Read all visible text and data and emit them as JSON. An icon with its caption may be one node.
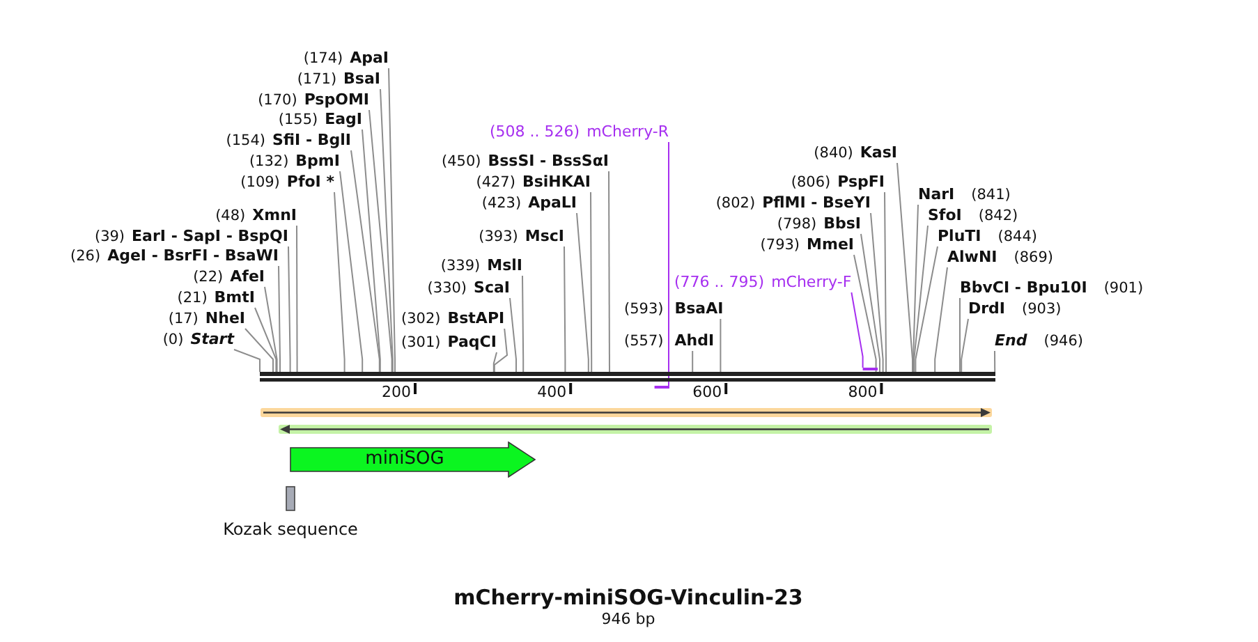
{
  "diagram": {
    "title": "mCherry-miniSOG-Vinculin-23",
    "nodes": [
      {
        "text": [
          "ApaI"
        ],
        "beside": [
          "(174)"
        ]
      },
      {
        "text": [
          "BsaI"
        ],
        "beside": [
          "(171)"
        ]
      },
      {
        "text": [
          "PspOMI"
        ],
        "beside": [
          "(170)"
        ]
      },
      {
        "text": [
          "EagI"
        ],
        "beside": [
          "(155)"
        ]
      },
      {
        "text": [
          "SfiI - BglI"
        ],
        "beside": [
          "(154)"
        ]
      },
      {
        "text": [
          "BpmI"
        ],
        "beside": [
          "(132)"
        ]
      },
      {
        "text": [
          "PfoI *"
        ],
        "beside": [
          "(109)"
        ]
      },
      {
        "text": [
          "XmnI"
        ],
        "beside": [
          "(48)"
        ]
      },
      {
        "text": [
          "EarI - SapI - BspQI"
        ],
        "beside": [
          "(39)"
        ]
      },
      {
        "text": [
          "AgeI - BsrFI - BsaWI"
        ],
        "beside": [
          "(26)"
        ]
      },
      {
        "text": [
          "AfeI"
        ],
        "beside": [
          "(22)"
        ]
      },
      {
        "text": [
          "BmtI"
        ],
        "beside": [
          "(21)"
        ]
      },
      {
        "text": [
          "NheI"
        ],
        "beside": [
          "(17)"
        ]
      },
      {
        "text": [
          "Start"
        ],
        "beside": [
          "(0)"
        ]
      },
      {
        "text": [
          "mCherry-R"
        ],
        "beside": [
          "(508 .. 526)"
        ]
      },
      {
        "text": [
          "BssSI - BssSαI"
        ],
        "beside": [
          "(450)"
        ]
      },
      {
        "text": [
          "BsiHKAI"
        ],
        "beside": [
          "(427)"
        ]
      },
      {
        "text": [
          "ApaLI"
        ],
        "beside": [
          "(423)"
        ]
      },
      {
        "text": [
          "MscI"
        ],
        "beside": [
          "(393)"
        ]
      },
      {
        "text": [
          "MslI"
        ],
        "beside": [
          "(339)"
        ]
      },
      {
        "text": [
          "ScaI"
        ],
        "beside": [
          "(330)"
        ]
      },
      {
        "text": [
          "BstAPI"
        ],
        "beside": [
          "(302)"
        ]
      },
      {
        "text": [
          "PaqCI"
        ],
        "beside": [
          "(301)"
        ]
      },
      {
        "text": [
          "mCherry-F"
        ],
        "beside": [
          "(776 .. 795)"
        ]
      },
      {
        "text": [
          "BsaAI"
        ],
        "beside": [
          "(593)"
        ]
      },
      {
        "text": [
          "AhdI"
        ],
        "beside": [
          "(557)"
        ]
      },
      {
        "text": [
          "KasI"
        ],
        "beside": [
          "(840)"
        ]
      },
      {
        "text": [
          "PspFI"
        ],
        "beside": [
          "(806)"
        ]
      },
      {
        "text": [
          "PflMI - BseYI"
        ],
        "beside": [
          "(802)"
        ]
      },
      {
        "text": [
          "BbsI"
        ],
        "beside": [
          "(798)"
        ]
      },
      {
        "text": [
          "MmeI"
        ],
        "beside": [
          "(793)"
        ]
      },
      {
        "text": [
          "NarI"
        ],
        "beside": [
          "(841)"
        ]
      },
      {
        "text": [
          "SfoI"
        ],
        "beside": [
          "(842)"
        ]
      },
      {
        "text": [
          "PluTI"
        ],
        "beside": [
          "(844)"
        ]
      },
      {
        "text": [
          "AlwNI"
        ],
        "beside": [
          "(869)"
        ]
      },
      {
        "text": [
          "BbvCI - Bpu10I"
        ],
        "beside": [
          "(901)"
        ]
      },
      {
        "text": [
          "DrdI"
        ],
        "beside": [
          "(903)"
        ]
      },
      {
        "text": [
          "End"
        ],
        "beside": [
          "(946)"
        ]
      },
      {
        "text": [],
        "shape": "line"
      },
      {
        "text": [],
        "shape": "bar"
      },
      {
        "text": [],
        "shape": "bar"
      },
      {
        "text": [],
        "shape": "arrow"
      },
      {
        "text": [],
        "shape": "arrow"
      },
      {
        "text": [
          "miniSOG"
        ]
      },
      {
        "text": [
          "Kozak sequence"
        ]
      }
    ],
    "edges": [
      {
        "from": 0,
        "to": 38,
        "arrow": "none"
      },
      {
        "from": 1,
        "to": 38,
        "arrow": "none"
      },
      {
        "from": 2,
        "to": 38,
        "arrow": "none"
      },
      {
        "from": 3,
        "to": 38,
        "arrow": "none"
      },
      {
        "from": 4,
        "to": 38,
        "arrow": "none"
      },
      {
        "from": 5,
        "to": 38,
        "arrow": "none"
      },
      {
        "from": 6,
        "to": 38,
        "arrow": "none"
      },
      {
        "from": 7,
        "to": 38,
        "arrow": "none"
      },
      {
        "from": 8,
        "to": 38,
        "arrow": "none"
      },
      {
        "from": 9,
        "to": 38,
        "arrow": "none"
      },
      {
        "from": 10,
        "to": 38,
        "arrow": "none"
      },
      {
        "from": 11,
        "to": 38,
        "arrow": "none"
      },
      {
        "from": 12,
        "to": 38,
        "arrow": "none"
      },
      {
        "from": 13,
        "to": 38,
        "arrow": "none"
      },
      {
        "from": 14,
        "to": 39,
        "arrow": "none",
        "color": "#a62ff0"
      },
      {
        "from": 15,
        "to": 38,
        "arrow": "none"
      },
      {
        "from": 16,
        "to": 38,
        "arrow": "none"
      },
      {
        "from": 17,
        "to": 38,
        "arrow": "none"
      },
      {
        "from": 18,
        "to": 38,
        "arrow": "none"
      },
      {
        "from": 19,
        "to": 38,
        "arrow": "none"
      },
      {
        "from": 20,
        "to": 38,
        "arrow": "none"
      },
      {
        "from": 21,
        "to": 38,
        "arrow": "none"
      },
      {
        "from": 22,
        "to": 38,
        "arrow": "none"
      },
      {
        "from": 23,
        "to": 40,
        "arrow": "none",
        "color": "#a62ff0"
      },
      {
        "from": 24,
        "to": 38,
        "arrow": "none"
      },
      {
        "from": 25,
        "to": 38,
        "arrow": "none"
      },
      {
        "from": 26,
        "to": 38,
        "arrow": "none"
      },
      {
        "from": 27,
        "to": 38,
        "arrow": "none"
      },
      {
        "from": 28,
        "to": 38,
        "arrow": "none"
      },
      {
        "from": 29,
        "to": 38,
        "arrow": "none"
      },
      {
        "from": 30,
        "to": 38,
        "arrow": "none"
      },
      {
        "from": 31,
        "to": 38,
        "arrow": "none"
      },
      {
        "from": 32,
        "to": 38,
        "arrow": "none"
      },
      {
        "from": 33,
        "to": 38,
        "arrow": "none"
      },
      {
        "from": 34,
        "to": 38,
        "arrow": "none"
      },
      {
        "from": 35,
        "to": 38,
        "arrow": "none"
      },
      {
        "from": 36,
        "to": 38,
        "arrow": "none"
      },
      {
        "from": 37,
        "to": 38,
        "arrow": "none"
      }
    ],
    "labels": [
      "200",
      "400",
      "600",
      "800",
      "946 bp"
    ]
  }
}
